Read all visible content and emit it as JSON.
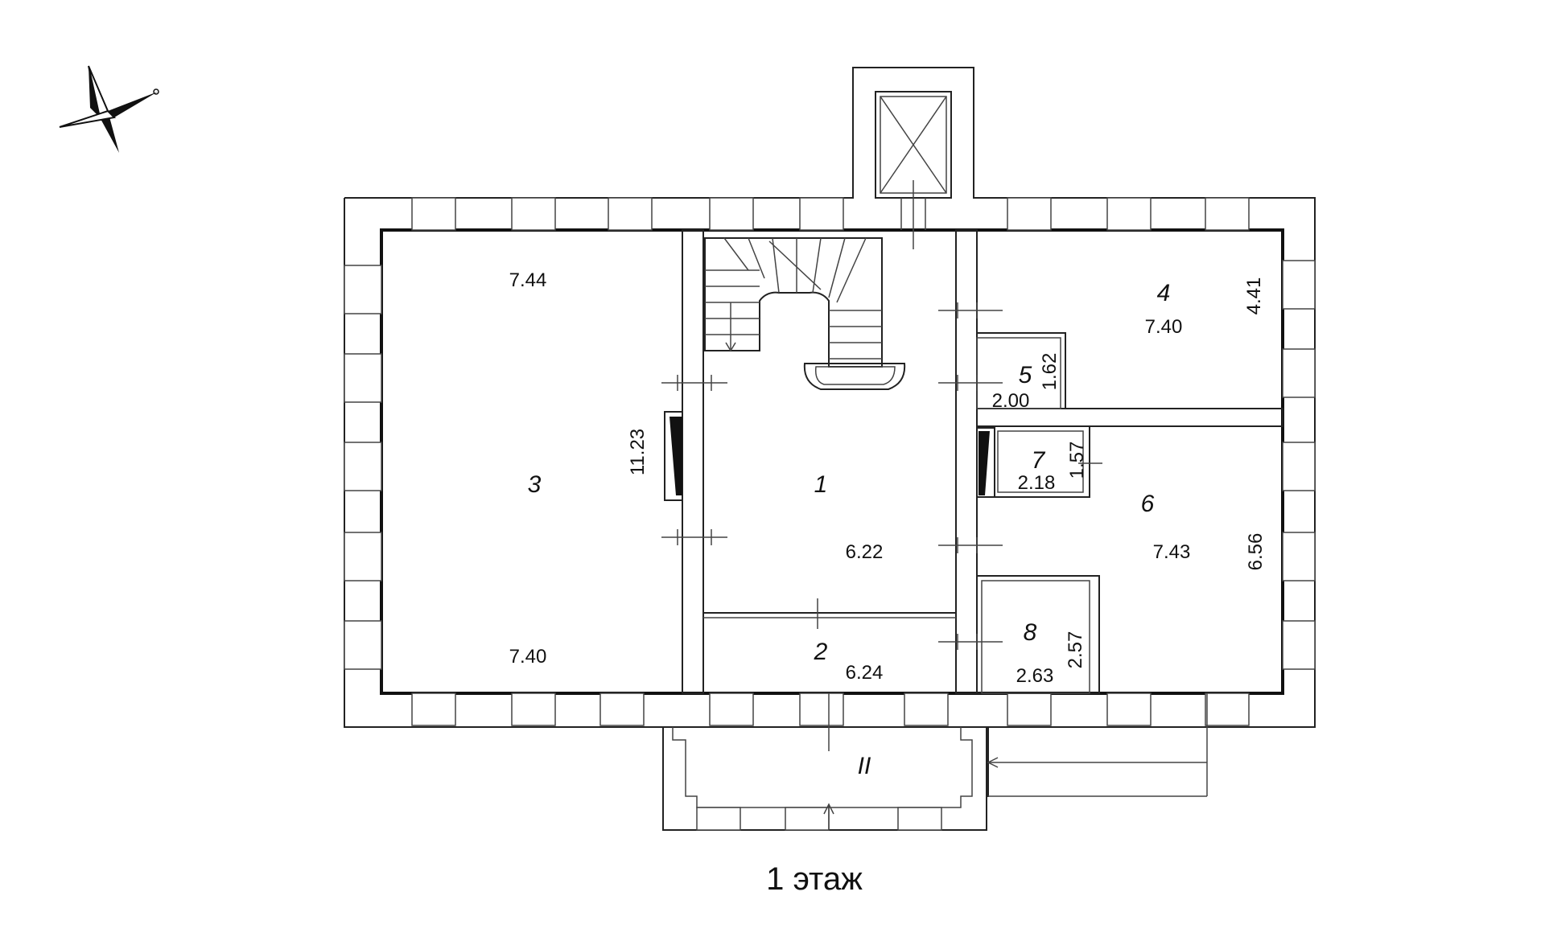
{
  "title": "1 этаж",
  "rooms": [
    {
      "id": "1",
      "label": "1"
    },
    {
      "id": "2",
      "label": "2"
    },
    {
      "id": "3",
      "label": "3"
    },
    {
      "id": "4",
      "label": "4"
    },
    {
      "id": "5",
      "label": "5"
    },
    {
      "id": "6",
      "label": "6"
    },
    {
      "id": "7",
      "label": "7"
    },
    {
      "id": "8",
      "label": "8"
    },
    {
      "id": "II",
      "label": "II"
    }
  ],
  "dimensions": {
    "room3_top": "7.44",
    "room3_side": "11.23",
    "room3_bottom": "7.40",
    "room1": "6.22",
    "room2": "6.24",
    "room4_width": "7.40",
    "room4_height": "4.41",
    "room5_width": "2.00",
    "room5_height": "1.62",
    "room7_width": "2.18",
    "room7_height": "1.57",
    "room6_width": "7.43",
    "room6_height": "6.56",
    "room8_width": "2.63",
    "room8_height": "2.57"
  },
  "icons": {
    "compass": "compass-rose-icon"
  }
}
